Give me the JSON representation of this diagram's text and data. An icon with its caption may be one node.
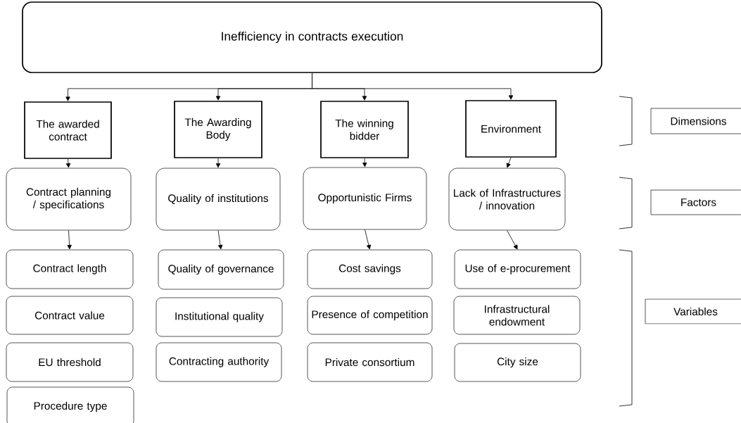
{
  "diagram": {
    "nodes": [
      {
        "text": [
          "Inefficiency in contracts execution"
        ]
      },
      {
        "text": [
          "The awarded contract"
        ]
      },
      {
        "text": [
          "The Awarding Body"
        ]
      },
      {
        "text": [
          "The winning bidder"
        ]
      },
      {
        "text": [
          "Environment"
        ]
      },
      {
        "text": [
          "Contract planning / specifications"
        ]
      },
      {
        "text": [
          "Quality of institutions"
        ]
      },
      {
        "text": [
          "Opportunistic Firms"
        ]
      },
      {
        "text": [
          "Lack of Infrastructures / innovation"
        ]
      },
      {
        "text": [
          "Contract length"
        ]
      },
      {
        "text": [
          "Contract value"
        ]
      },
      {
        "text": [
          "EU threshold"
        ]
      },
      {
        "text": [
          "Procedure type"
        ]
      },
      {
        "text": [
          "Quality of governance"
        ]
      },
      {
        "text": [
          "Institutional quality"
        ]
      },
      {
        "text": [
          "Contracting authority"
        ]
      },
      {
        "text": [
          "Cost savings"
        ]
      },
      {
        "text": [
          "Presence of competition"
        ]
      },
      {
        "text": [
          "Private consortium"
        ]
      },
      {
        "text": [
          "Use of e-procurement"
        ]
      },
      {
        "text": [
          "Infrastructural endowment"
        ]
      },
      {
        "text": [
          "City size"
        ]
      },
      {
        "text": [
          "Dimensions"
        ]
      },
      {
        "text": [
          "Factors"
        ]
      },
      {
        "text": [
          "Variables"
        ]
      }
    ],
    "edges": [
      {
        "from": 0,
        "to": 1,
        "arrow": "to"
      },
      {
        "from": 0,
        "to": 2,
        "arrow": "to"
      },
      {
        "from": 0,
        "to": 3,
        "arrow": "to"
      },
      {
        "from": 0,
        "to": 4,
        "arrow": "to"
      },
      {
        "from": 1,
        "to": 5,
        "arrow": "to"
      },
      {
        "from": 2,
        "to": 6,
        "arrow": "to"
      },
      {
        "from": 3,
        "to": 7,
        "arrow": "to"
      },
      {
        "from": 4,
        "to": 8,
        "arrow": "to"
      },
      {
        "from": 5,
        "to": 9,
        "arrow": "to"
      },
      {
        "from": 6,
        "to": 13,
        "arrow": "to"
      },
      {
        "from": 7,
        "to": 16,
        "arrow": "to"
      },
      {
        "from": 8,
        "to": 19,
        "arrow": "to"
      }
    ]
  }
}
